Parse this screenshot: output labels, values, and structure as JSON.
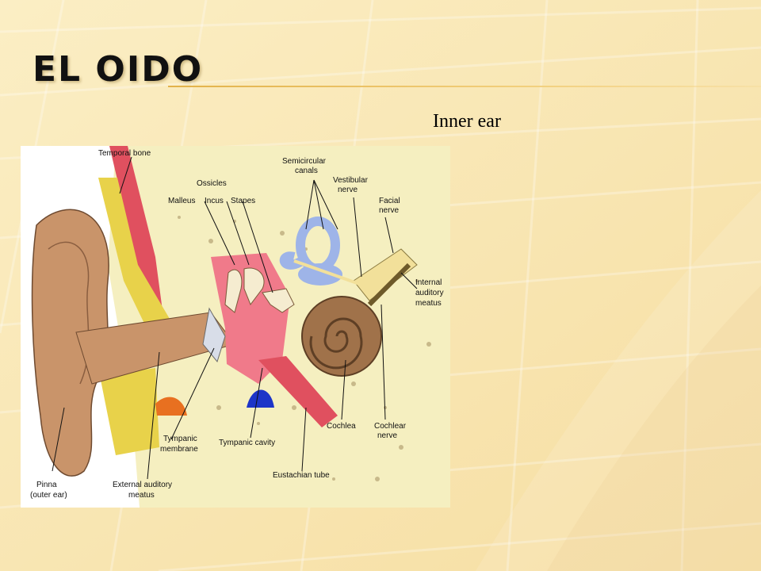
{
  "slide": {
    "title": "EL OIDO",
    "caption": "Inner ear"
  },
  "colors": {
    "background": "#f9e6b0",
    "accent": "#e8b850",
    "bone": "#f5efc0",
    "skin": "#c9946a",
    "cartilage": "#e8d24a",
    "muscle": "#e0505f",
    "middle_ear": "#f07a8a",
    "semicircular_canals": "#9eb4e8",
    "cochlea": "#a0724a",
    "nerve": "#f2e09a",
    "fluid_blue": "#1d35c8",
    "orange_tissue": "#e87020"
  },
  "diagram": {
    "labels": {
      "temporal_bone": "Temporal bone",
      "ossicles": "Ossicles",
      "malleus": "Malleus",
      "incus": "Incus",
      "stapes": "Stapes",
      "semicircular_line1": "Semicircular",
      "semicircular_line2": "canals",
      "vestibular_line1": "Vestibular",
      "vestibular_line2": "nerve",
      "facial_line1": "Facial",
      "facial_line2": "nerve",
      "internal_line1": "Internal",
      "internal_line2": "auditory",
      "internal_line3": "meatus",
      "cochlea": "Cochlea",
      "cochlear_nerve_line1": "Cochlear",
      "cochlear_nerve_line2": "nerve",
      "tympanic_membrane_line1": "Tympanic",
      "tympanic_membrane_line2": "membrane",
      "tympanic_cavity": "Tympanic cavity",
      "eustachian_tube": "Eustachian tube",
      "pinna_line1": "Pinna",
      "pinna_line2": "(outer ear)",
      "external_line1": "External auditory",
      "external_line2": "meatus"
    }
  }
}
